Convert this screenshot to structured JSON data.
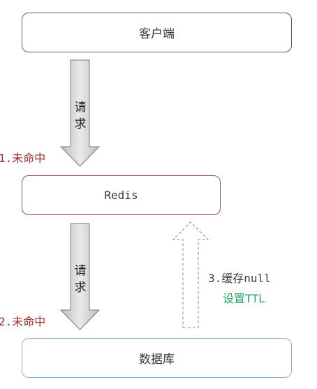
{
  "nodes": {
    "client": "客户端",
    "redis": "Redis",
    "database": "数据库"
  },
  "arrows": {
    "request_1": "请求",
    "request_2": "请求"
  },
  "annotations": {
    "miss_1": "1.未命中",
    "miss_2": "2.未命中",
    "cache_null": "3.缓存null",
    "set_ttl": "设置TTL"
  },
  "colors": {
    "miss_text": "#a22d2d",
    "ttl_text": "#2aa56a",
    "redis_border": "#a6484e",
    "database_border": "#8fb0d4",
    "client_border": "#5c5c5c"
  }
}
